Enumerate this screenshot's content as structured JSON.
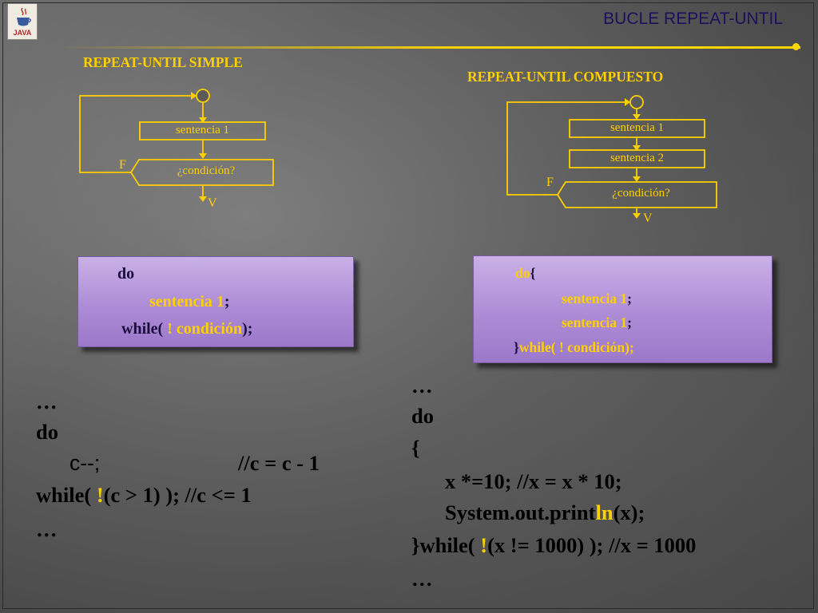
{
  "page": {
    "title": "BUCLE REPEAT-UNTIL",
    "logo_text": "JAVA"
  },
  "colors": {
    "accent": "#ffd000",
    "title": "#1c0f5b",
    "box": "#b496dc",
    "code": "#000000"
  },
  "flowchart_simple": {
    "title": "REPEAT-UNTIL  SIMPLE",
    "statements": [
      "sentencia 1"
    ],
    "condition": "¿condición?",
    "false_label": "F",
    "true_label": "V"
  },
  "flowchart_compound": {
    "title": "REPEAT-UNTIL  COMPUESTO",
    "statements": [
      "sentencia 1",
      "sentencia 2"
    ],
    "condition": "¿condición?",
    "false_label": "F",
    "true_label": "V"
  },
  "box_simple": {
    "line1": "do",
    "line2_stmt": "sentencia 1",
    "line2_end": ";",
    "line3_kw": "while(",
    "line3_cond": " ! condición",
    "line3_end": ");"
  },
  "box_compound": {
    "line1_kw": "do",
    "line1_brace": "{",
    "line2_stmt": "sentencia 1",
    "line2_end": ";",
    "line3_stmt": "sentencia 1",
    "line3_end": ";",
    "line4_brace": "}",
    "line4_kw": "while(",
    "line4_cond": " ! condición);"
  },
  "code_simple": {
    "l1": "…",
    "l2": "do",
    "l3_stmt": "c--;",
    "l3_comment": "//c = c - 1",
    "l4_a": "while( ",
    "l4_b": "!",
    "l4_c": "(c > 1) );  //c <= 1",
    "l5": "…"
  },
  "code_compound": {
    "l1": "…",
    "l2": "do",
    "l3": "{",
    "l4": "x *=10;   //x = x * 10;",
    "l5_a": "System.out.print",
    "l5_b": "ln",
    "l5_c": "(x);",
    "l6_a": "}while( ",
    "l6_b": "!",
    "l6_c": "(x != 1000) ); //x = 1000",
    "l7": "…"
  }
}
